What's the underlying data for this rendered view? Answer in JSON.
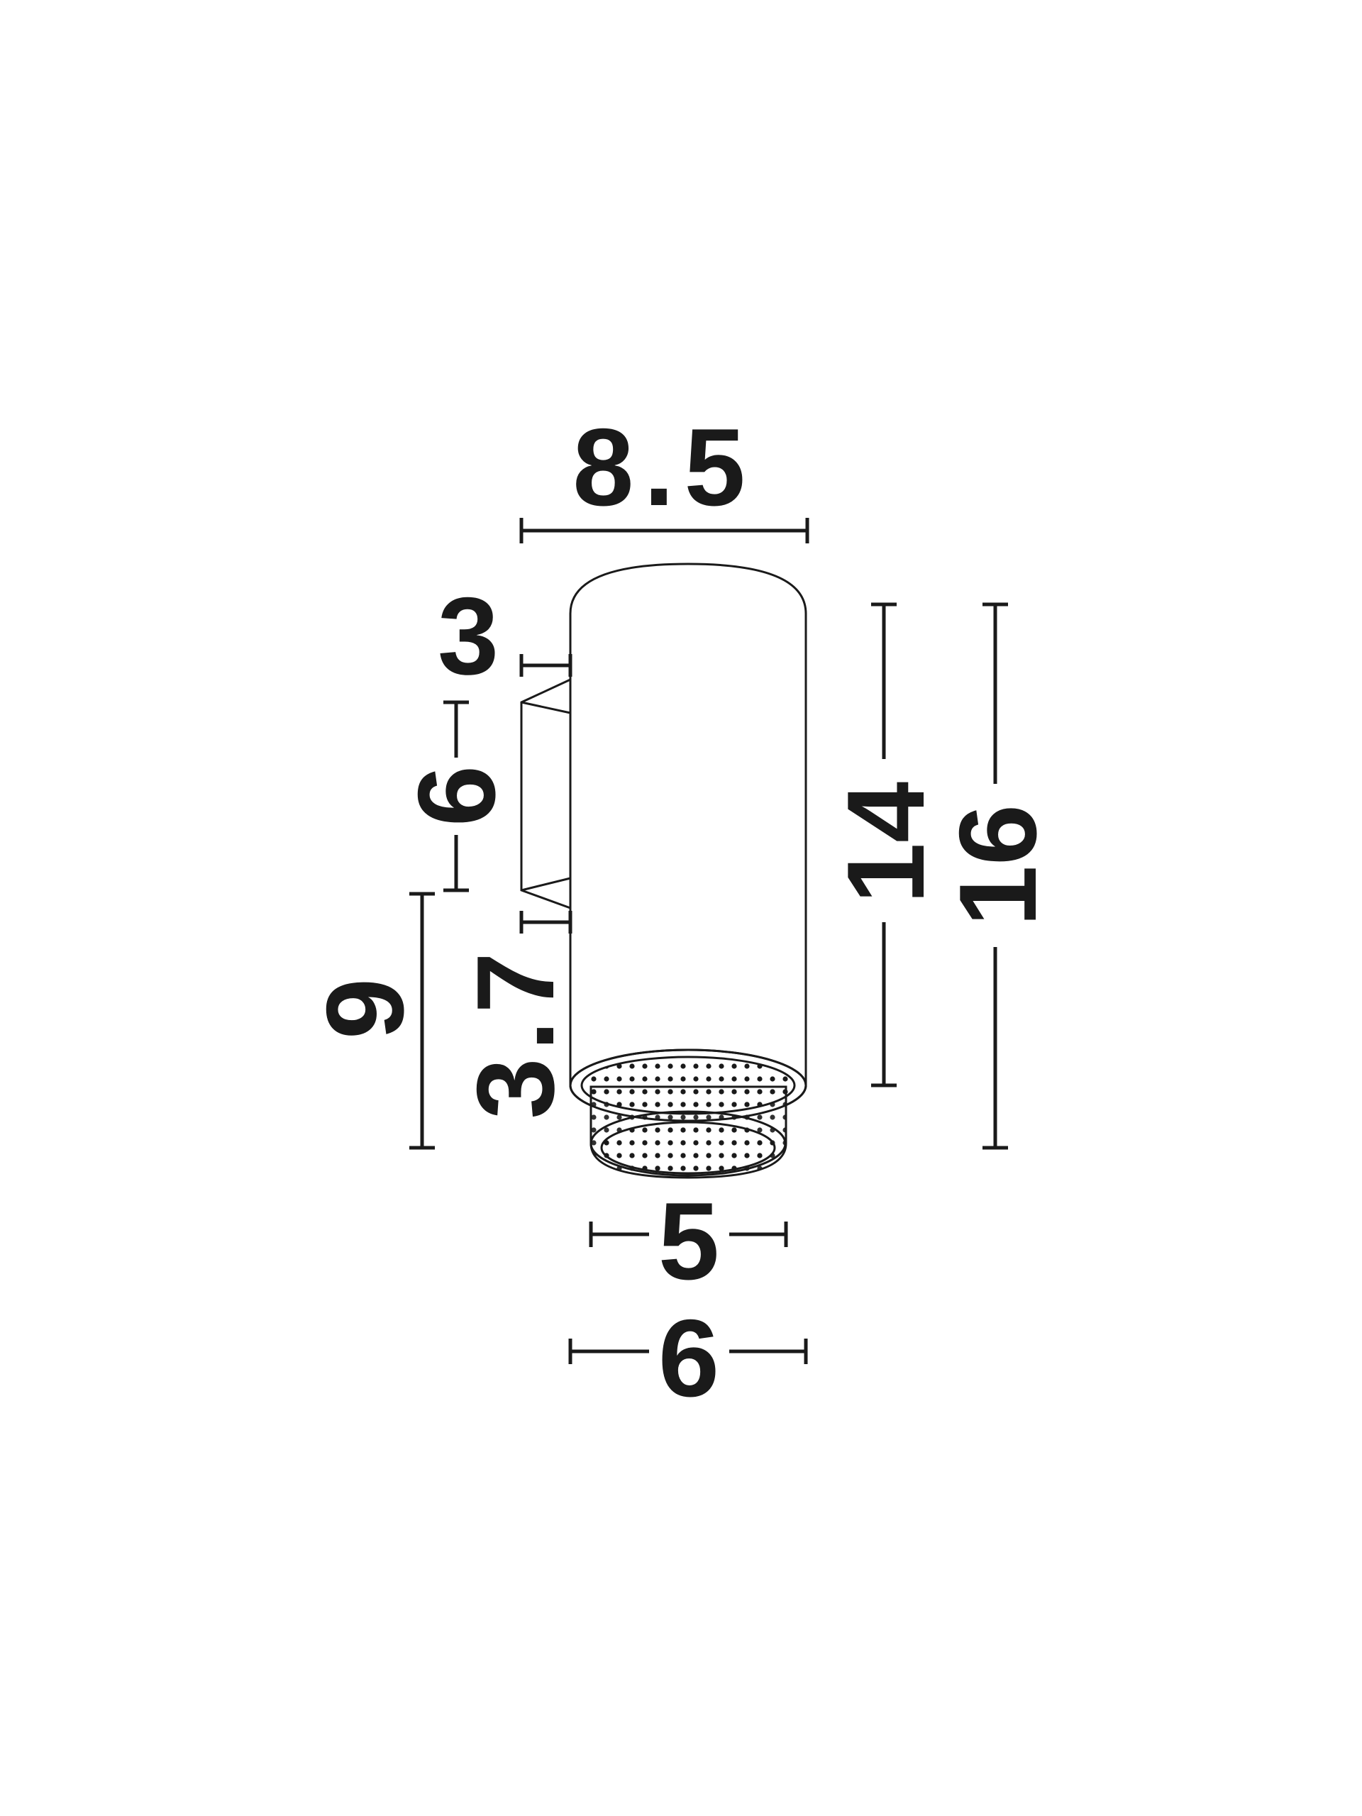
{
  "dimensions": {
    "top_width": "8.5",
    "bracket_offset": "3",
    "bracket_height": "6",
    "lower_offset": "3.7",
    "bracket_to_bottom": "9",
    "body_height": "14",
    "total_height": "16",
    "inner_diameter": "5",
    "outer_diameter": "6"
  },
  "colors": {
    "ink": "#1a1a1a",
    "background": "#ffffff"
  }
}
